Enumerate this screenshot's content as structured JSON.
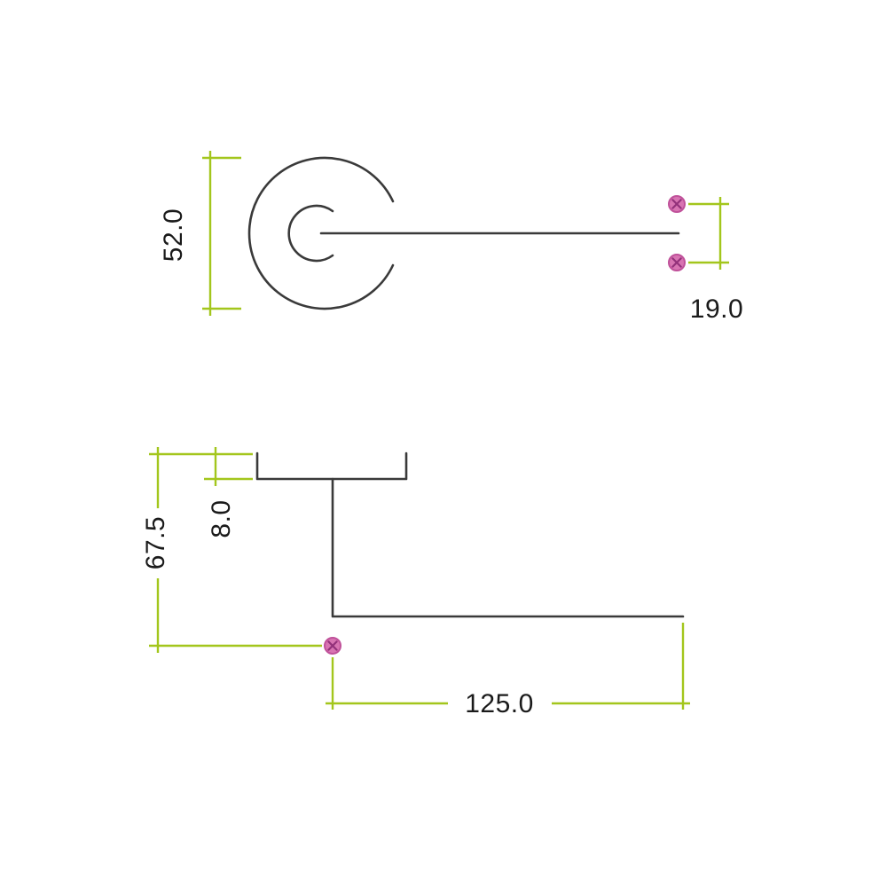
{
  "colors": {
    "outline": "#3a3a3a",
    "dimension": "#a3c61c",
    "text": "#1a1a1a",
    "screw_fill": "#d874b2",
    "screw_stroke": "#c0519a",
    "screw_detail": "#93317a"
  },
  "icons": {
    "screw": "circle-with-x-cross"
  },
  "front_view": {
    "dim_rose_diameter": "52.0",
    "dim_fixing_centres": "19.0"
  },
  "side_view": {
    "dim_overall_projection": "67.5",
    "dim_grip_thickness": "8.0",
    "dim_lever_length": "125.0"
  }
}
